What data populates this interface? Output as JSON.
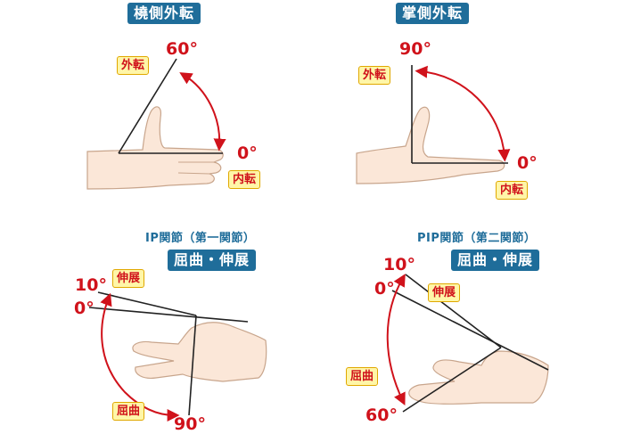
{
  "colors": {
    "header_bg": "#1f6d9a",
    "accent_red": "#d0121b",
    "tag_bg": "#fff6a8",
    "tag_border": "#e0a800",
    "skin": "#fbe7d8",
    "skin_outline": "#c8a58c"
  },
  "panels": [
    {
      "title": "橈側外転",
      "angle_max": "60°",
      "angle_min": "0°",
      "tag_upper": "外転",
      "tag_lower": "内転"
    },
    {
      "title": "掌側外転",
      "angle_max": "90°",
      "angle_min": "0°",
      "tag_upper": "外転",
      "tag_lower": "内転"
    },
    {
      "subtitle": "IP関節（第一関節）",
      "title": "屈曲・伸展",
      "angle_top": "10°",
      "angle_zero": "0°",
      "angle_bottom": "90°",
      "tag_upper": "伸展",
      "tag_lower": "屈曲"
    },
    {
      "subtitle": "PIP関節（第二関節）",
      "title": "屈曲・伸展",
      "angle_top": "10°",
      "angle_zero": "0°",
      "angle_bottom": "60°",
      "tag_upper": "伸展",
      "tag_lower": "屈曲"
    }
  ]
}
